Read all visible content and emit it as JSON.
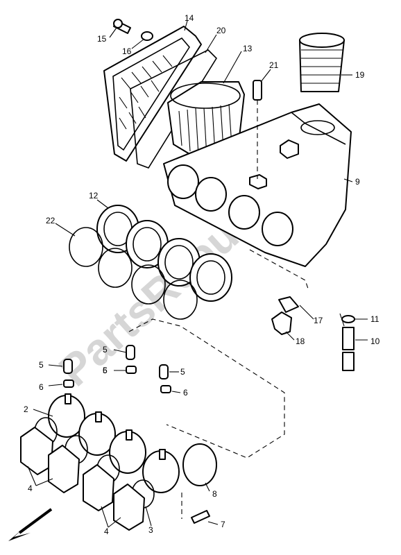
{
  "watermark": "PartsRepublik",
  "callouts": [
    "15",
    "16",
    "14",
    "20",
    "13",
    "21",
    "19",
    "9",
    "12",
    "22",
    "17",
    "18",
    "11",
    "10",
    "5",
    "5",
    "5",
    "5",
    "6",
    "6",
    "6",
    "2",
    "4",
    "4",
    "3",
    "8",
    "7"
  ],
  "colors": {
    "line": "#000000",
    "watermark": "#d6d6d6",
    "background": "#ffffff"
  }
}
